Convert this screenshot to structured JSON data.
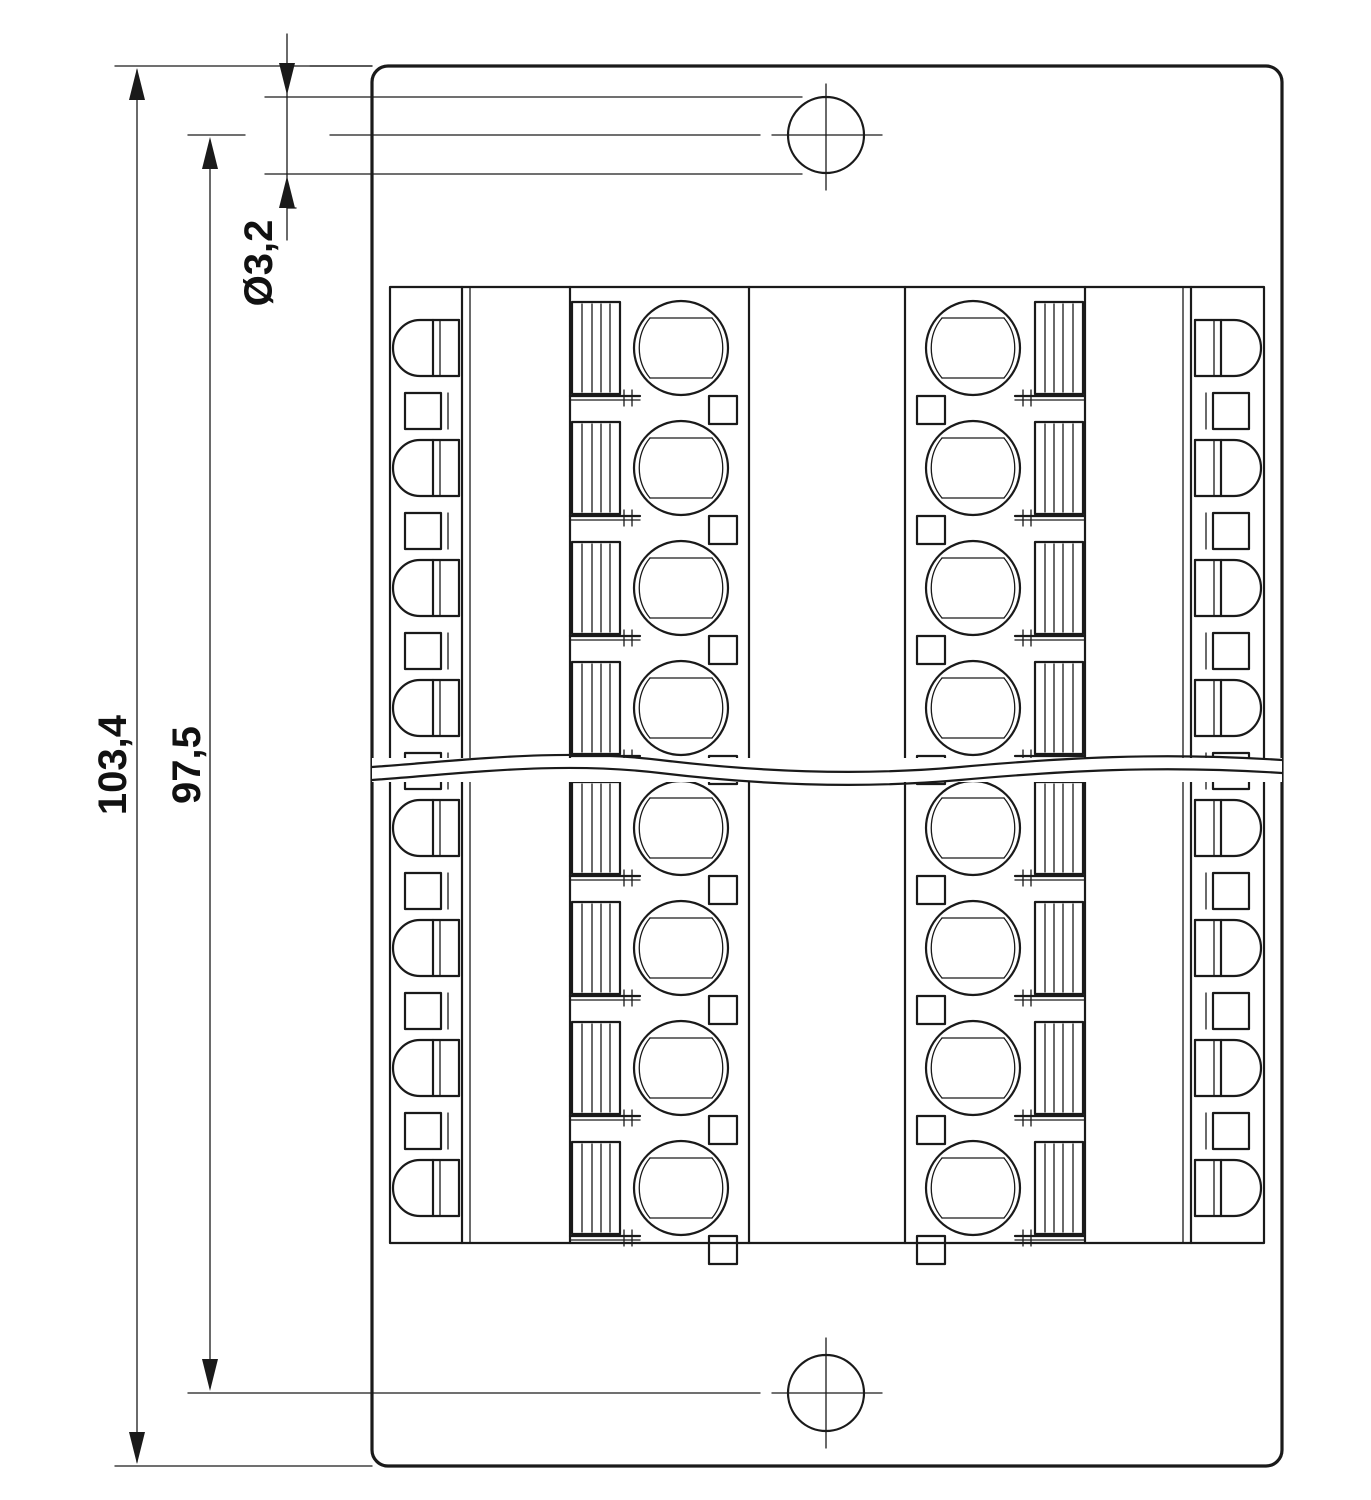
{
  "dimensions": {
    "total_height": "103,4",
    "hole_pitch": "97,5",
    "hole_diameter": "Ø3,2"
  },
  "colors": {
    "line": "#1a1a1a",
    "background": "#ffffff"
  },
  "terminal_block": {
    "rows_upper": 4,
    "rows_lower": 4,
    "columns": [
      "left-edge-column",
      "left-terminal-column",
      "right-terminal-column",
      "right-edge-column"
    ]
  }
}
